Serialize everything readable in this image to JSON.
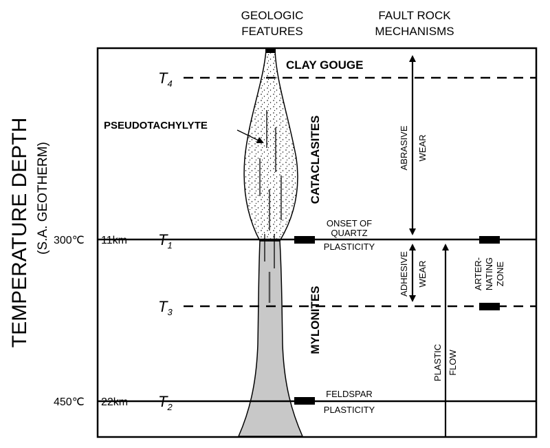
{
  "headers": {
    "geologic_line1": "GEOLOGIC",
    "geologic_line2": "FEATURES",
    "fault_line1": "FAULT ROCK",
    "fault_line2": "MECHANISMS"
  },
  "y_axis": {
    "title": "TEMPERATURE DEPTH",
    "subtitle": "(S.A. GEOTHERM)"
  },
  "levels": {
    "t4": {
      "letter": "T",
      "sub": "4"
    },
    "t1": {
      "letter": "T",
      "sub": "1",
      "temp": "300℃",
      "depth": "11km"
    },
    "t3": {
      "letter": "T",
      "sub": "3"
    },
    "t2": {
      "letter": "T",
      "sub": "2",
      "temp": "450℃",
      "depth": "22km"
    }
  },
  "features": {
    "clay_gouge": "CLAY GOUGE",
    "pseudotachylyte": "PSEUDOTACHYLYTE",
    "cataclasites": "CATACLASITES",
    "mylonites": "MYLONITES"
  },
  "transitions": {
    "quartz_line1": "ONSET OF",
    "quartz_line2": "QUARTZ",
    "quartz_line3": "PLASTICITY",
    "feldspar_line1": "FELDSPAR",
    "feldspar_line2": "PLASTICITY"
  },
  "mechanisms": {
    "abrasive_line1": "ABRASIVE",
    "abrasive_line2": "WEAR",
    "adhesive_line1": "ADHESIVE",
    "adhesive_line2": "WEAR",
    "plastic_line1": "PLASTIC",
    "plastic_line2": "FLOW",
    "alternating_line1": "ARTER-",
    "alternating_line2": "NATING",
    "alternating_line3": "ZONE"
  },
  "colors": {
    "line": "#000000",
    "mylonite_fill": "#c8c8c8",
    "background": "#ffffff"
  }
}
